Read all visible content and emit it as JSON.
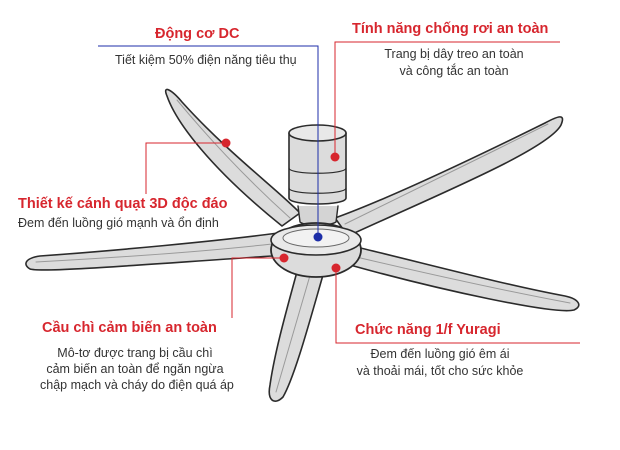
{
  "colors": {
    "title": "#d7262e",
    "description": "#333333",
    "callout_line": "#d7262e",
    "dc_line": "#1d2ea8",
    "dot_red": "#d7262e",
    "dot_blue": "#1d2ea8",
    "fan_fill": "#dcdcdc",
    "fan_stroke": "#2b2b2b"
  },
  "features": {
    "dc_motor": {
      "title": "Động cơ DC",
      "desc": "Tiết kiệm 50% điện năng tiêu thụ"
    },
    "anti_fall": {
      "title": "Tính năng chống rơi an toàn",
      "desc1": "Trang bị dây treo an toàn",
      "desc2": "và công tắc an toàn"
    },
    "blade_3d": {
      "title": "Thiết kế cánh quạt 3D độc đáo",
      "desc": "Đem đến luồng gió mạnh và ổn định"
    },
    "fuse": {
      "title": "Cầu chì cảm biến an toàn",
      "desc1": "Mô-tơ được trang bị cầu chì",
      "desc2": "cảm biến an toàn để ngăn ngừa",
      "desc3": "chập mạch và cháy do điện quá áp"
    },
    "yuragi": {
      "title": "Chức năng 1/f Yuragi",
      "desc1": "Đem đến luồng gió êm ái",
      "desc2": "và thoải mái, tốt cho sức khỏe"
    }
  }
}
